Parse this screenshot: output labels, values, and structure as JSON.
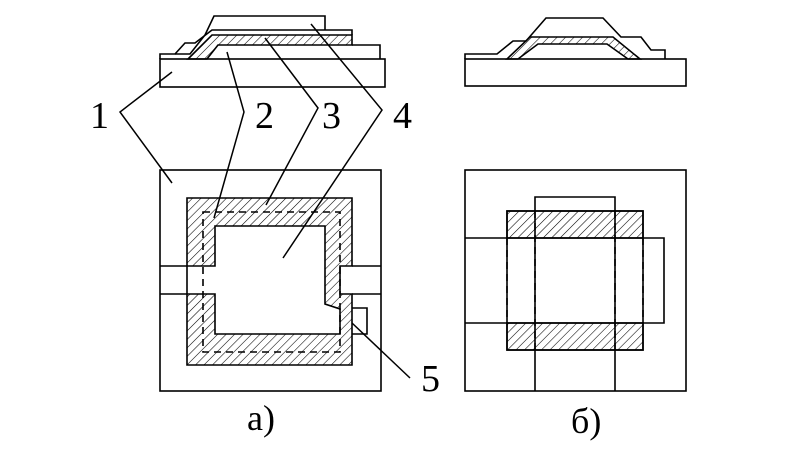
{
  "figure": {
    "labels": {
      "l1": "1",
      "l2": "2",
      "l3": "3",
      "l4": "4",
      "l5": "5"
    },
    "captions": {
      "a": "а)",
      "b": "б)"
    },
    "colors": {
      "ink": "#000000",
      "background": "#ffffff"
    }
  }
}
